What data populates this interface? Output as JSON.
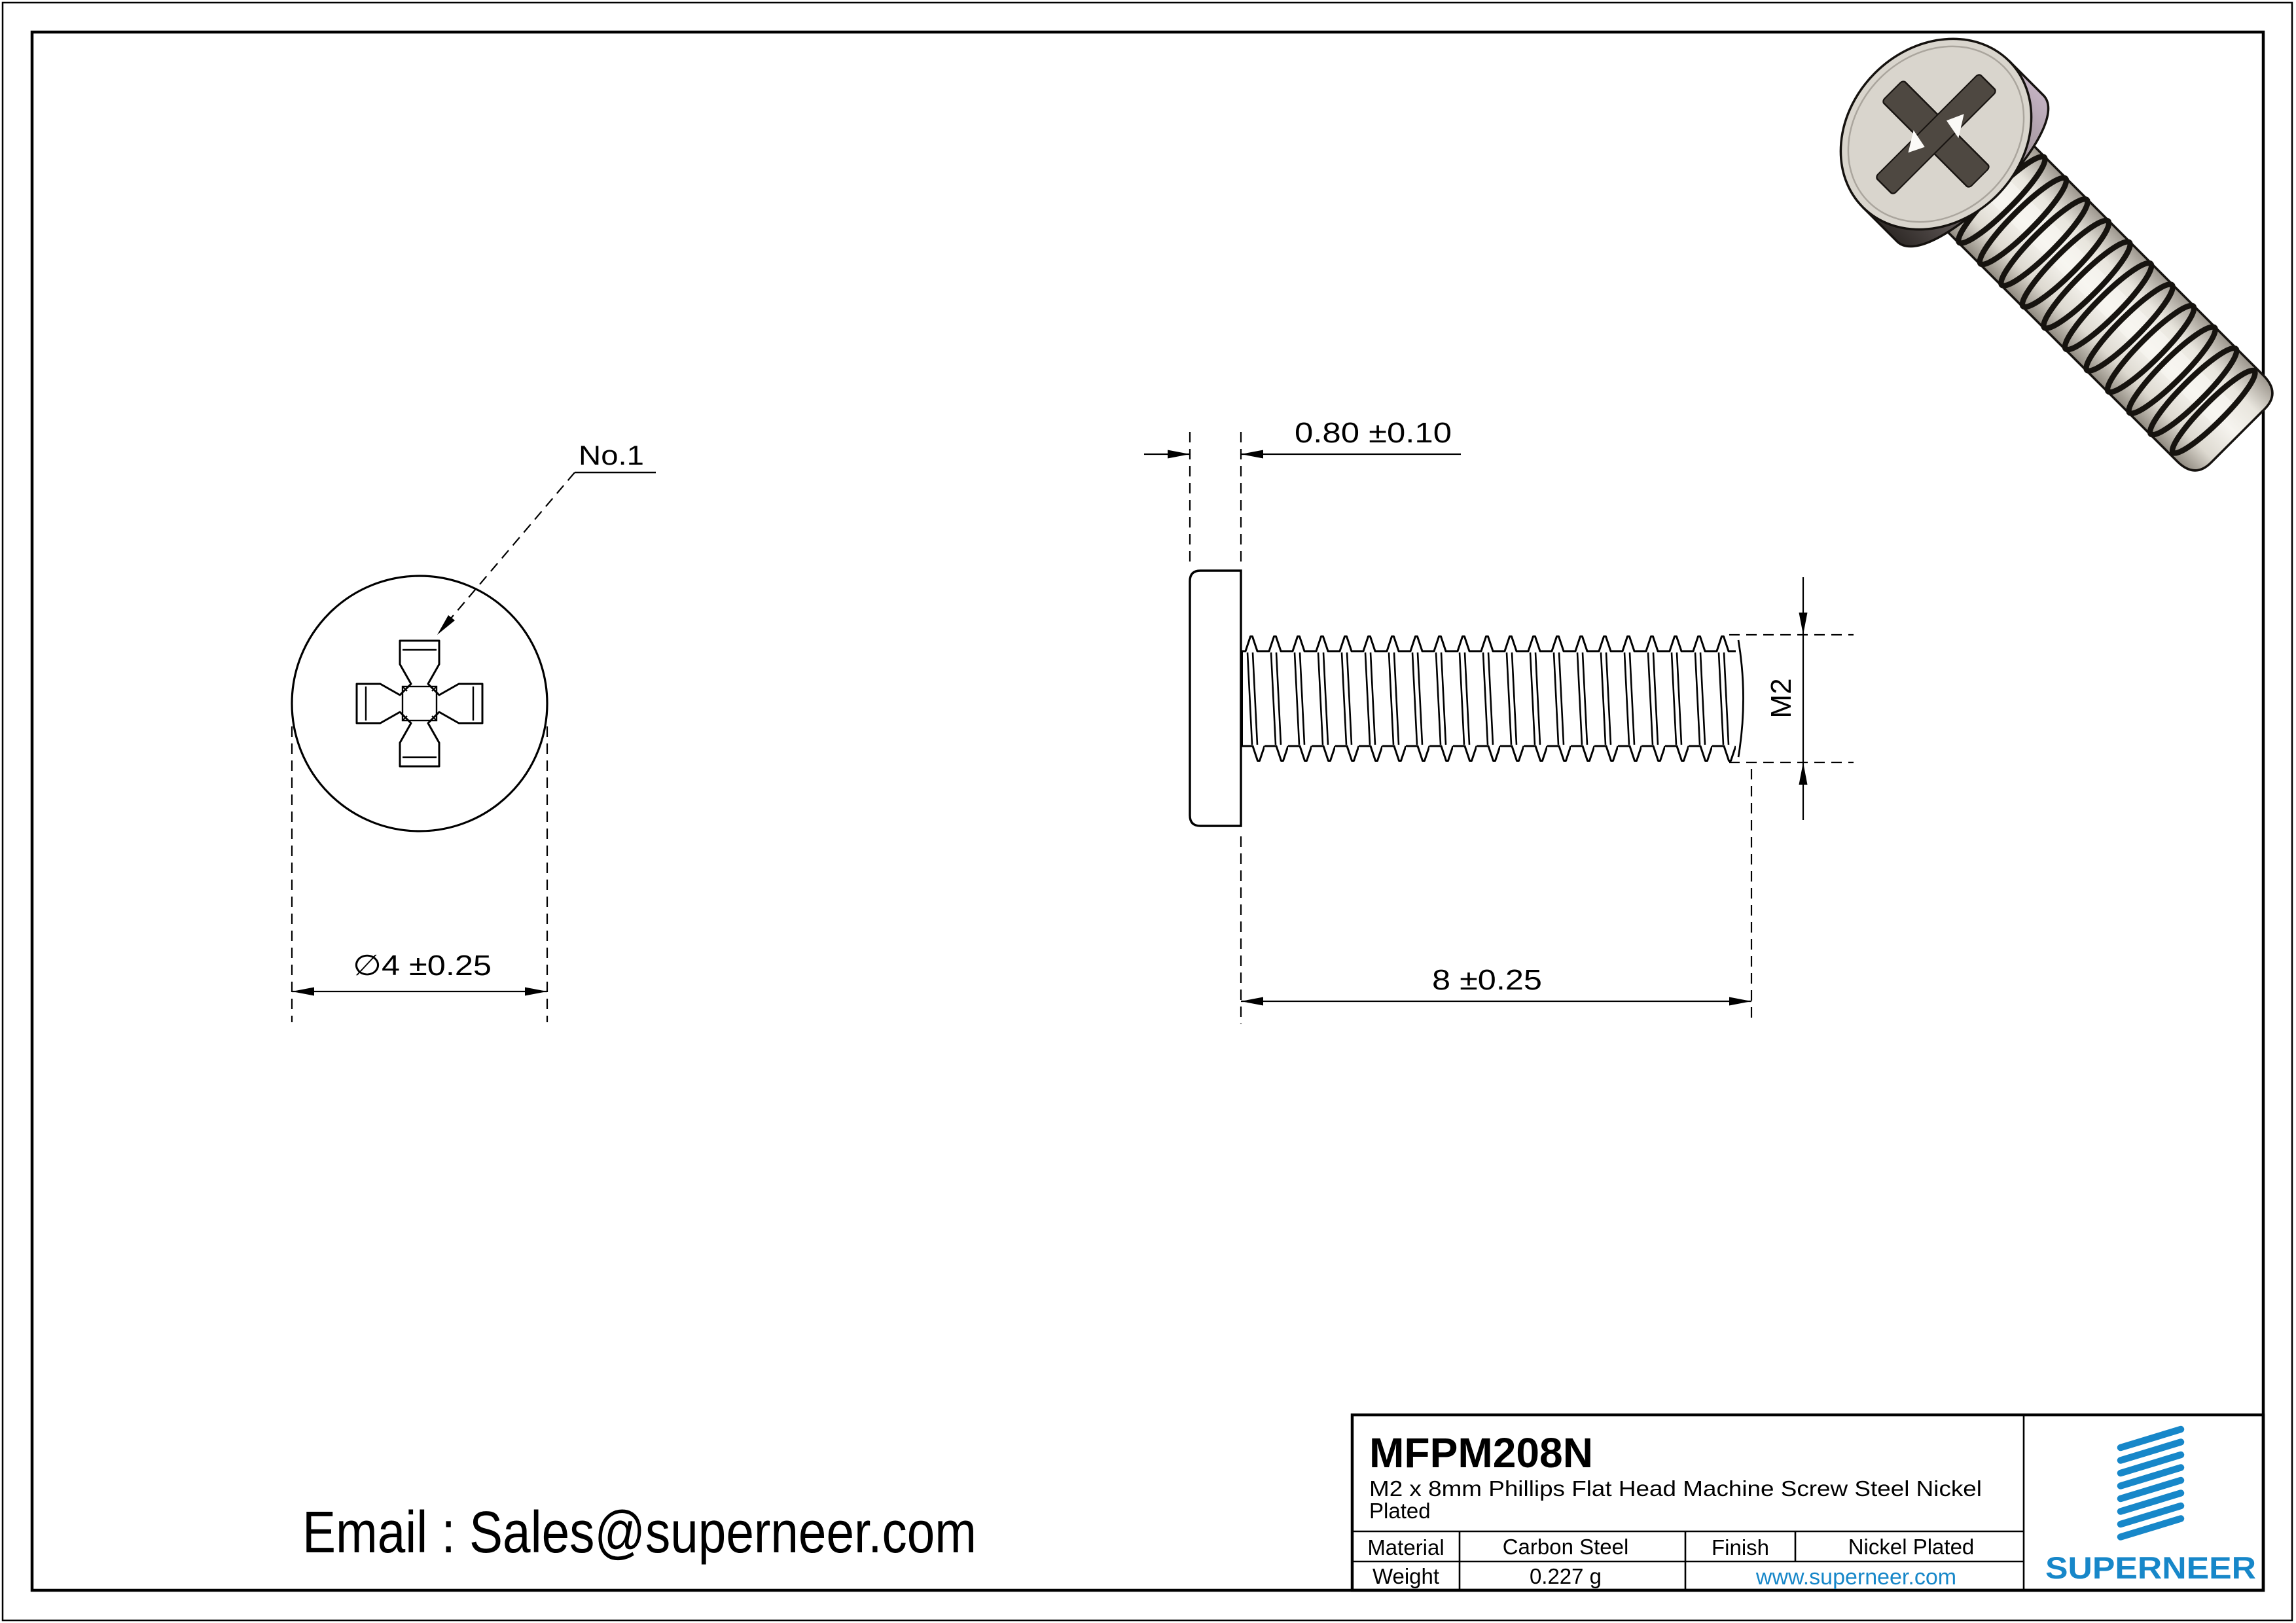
{
  "accent_color": "#1787c9",
  "front_view": {
    "recess_label": "No.1",
    "diameter_dim": "∅4 ±0.25"
  },
  "side_view": {
    "head_thickness_dim": "0.80 ±0.10",
    "thread_size_dim": "M2",
    "length_dim": "8 ±0.25"
  },
  "contact": {
    "email": "Email : Sales@superneer.com"
  },
  "title_block": {
    "part_number": "MFPM208N",
    "description_line1": "M2 x 8mm Phillips Flat Head Machine Screw Steel Nickel",
    "description_line2": "Plated",
    "material_label": "Material",
    "material_value": "Carbon Steel",
    "finish_label": "Finish",
    "finish_value": "Nickel Plated",
    "weight_label": "Weight",
    "weight_value": "0.227 g",
    "website": "www.superneer.com",
    "brand": "SUPERNEER"
  }
}
